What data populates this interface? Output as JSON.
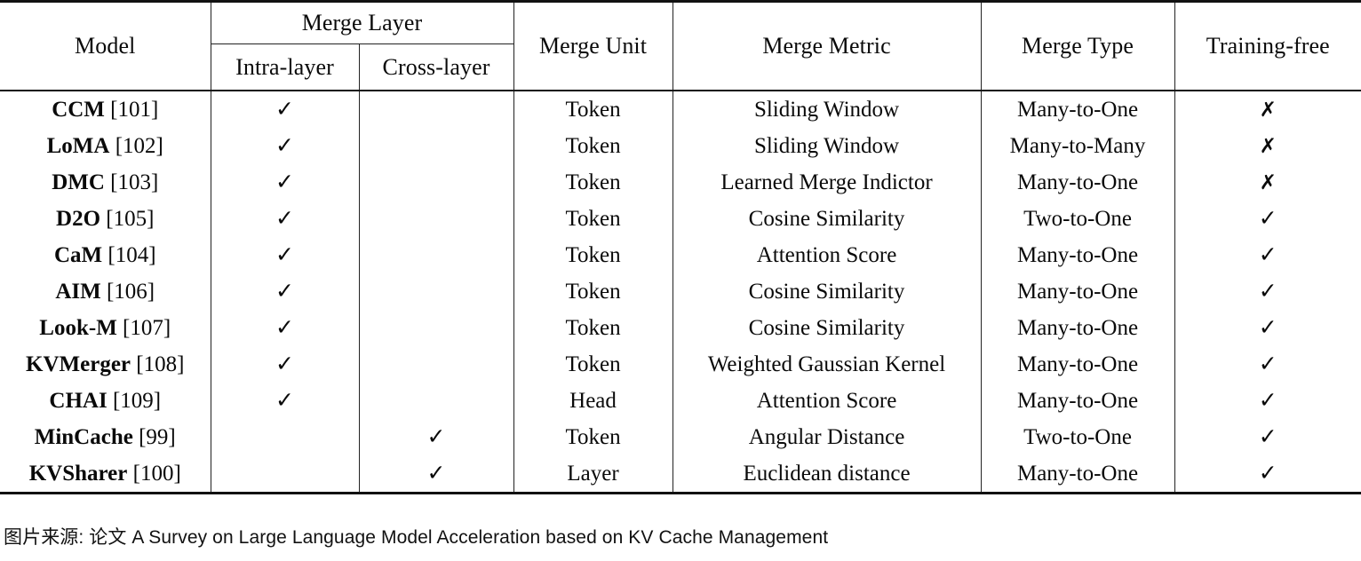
{
  "table": {
    "headers": {
      "model": "Model",
      "merge_layer_group": "Merge Layer",
      "intra_layer": "Intra-layer",
      "cross_layer": "Cross-layer",
      "merge_unit": "Merge Unit",
      "merge_metric": "Merge Metric",
      "merge_type": "Merge Type",
      "training_free": "Training-free"
    },
    "symbols": {
      "check": "✓",
      "cross": "✗",
      "empty": ""
    },
    "rows": [
      {
        "model_name": "CCM",
        "model_ref": "[101]",
        "intra_layer": "✓",
        "cross_layer": "",
        "merge_unit": "Token",
        "merge_metric": "Sliding Window",
        "merge_type": "Many-to-One",
        "training_free": "✗"
      },
      {
        "model_name": "LoMA",
        "model_ref": "[102]",
        "intra_layer": "✓",
        "cross_layer": "",
        "merge_unit": "Token",
        "merge_metric": "Sliding Window",
        "merge_type": "Many-to-Many",
        "training_free": "✗"
      },
      {
        "model_name": "DMC",
        "model_ref": "[103]",
        "intra_layer": "✓",
        "cross_layer": "",
        "merge_unit": "Token",
        "merge_metric": "Learned Merge Indictor",
        "merge_type": "Many-to-One",
        "training_free": "✗"
      },
      {
        "model_name": "D2O",
        "model_ref": "[105]",
        "intra_layer": "✓",
        "cross_layer": "",
        "merge_unit": "Token",
        "merge_metric": "Cosine Similarity",
        "merge_type": "Two-to-One",
        "training_free": "✓"
      },
      {
        "model_name": "CaM",
        "model_ref": "[104]",
        "intra_layer": "✓",
        "cross_layer": "",
        "merge_unit": "Token",
        "merge_metric": "Attention Score",
        "merge_type": "Many-to-One",
        "training_free": "✓"
      },
      {
        "model_name": "AIM",
        "model_ref": "[106]",
        "intra_layer": "✓",
        "cross_layer": "",
        "merge_unit": "Token",
        "merge_metric": "Cosine Similarity",
        "merge_type": "Many-to-One",
        "training_free": "✓"
      },
      {
        "model_name": "Look-M",
        "model_ref": "[107]",
        "intra_layer": "✓",
        "cross_layer": "",
        "merge_unit": "Token",
        "merge_metric": "Cosine Similarity",
        "merge_type": "Many-to-One",
        "training_free": "✓"
      },
      {
        "model_name": "KVMerger",
        "model_ref": "[108]",
        "intra_layer": "✓",
        "cross_layer": "",
        "merge_unit": "Token",
        "merge_metric": "Weighted Gaussian Kernel",
        "merge_type": "Many-to-One",
        "training_free": "✓"
      },
      {
        "model_name": "CHAI",
        "model_ref": "[109]",
        "intra_layer": "✓",
        "cross_layer": "",
        "merge_unit": "Head",
        "merge_metric": "Attention Score",
        "merge_type": "Many-to-One",
        "training_free": "✓"
      },
      {
        "model_name": "MinCache",
        "model_ref": "[99]",
        "intra_layer": "",
        "cross_layer": "✓",
        "merge_unit": "Token",
        "merge_metric": "Angular Distance",
        "merge_type": "Two-to-One",
        "training_free": "✓"
      },
      {
        "model_name": "KVSharer",
        "model_ref": "[100]",
        "intra_layer": "",
        "cross_layer": "✓",
        "merge_unit": "Layer",
        "merge_metric": "Euclidean distance",
        "merge_type": "Many-to-One",
        "training_free": "✓"
      }
    ]
  },
  "caption": {
    "text": "图片来源: 论文 A Survey on Large Language Model Acceleration based on KV Cache Management"
  }
}
